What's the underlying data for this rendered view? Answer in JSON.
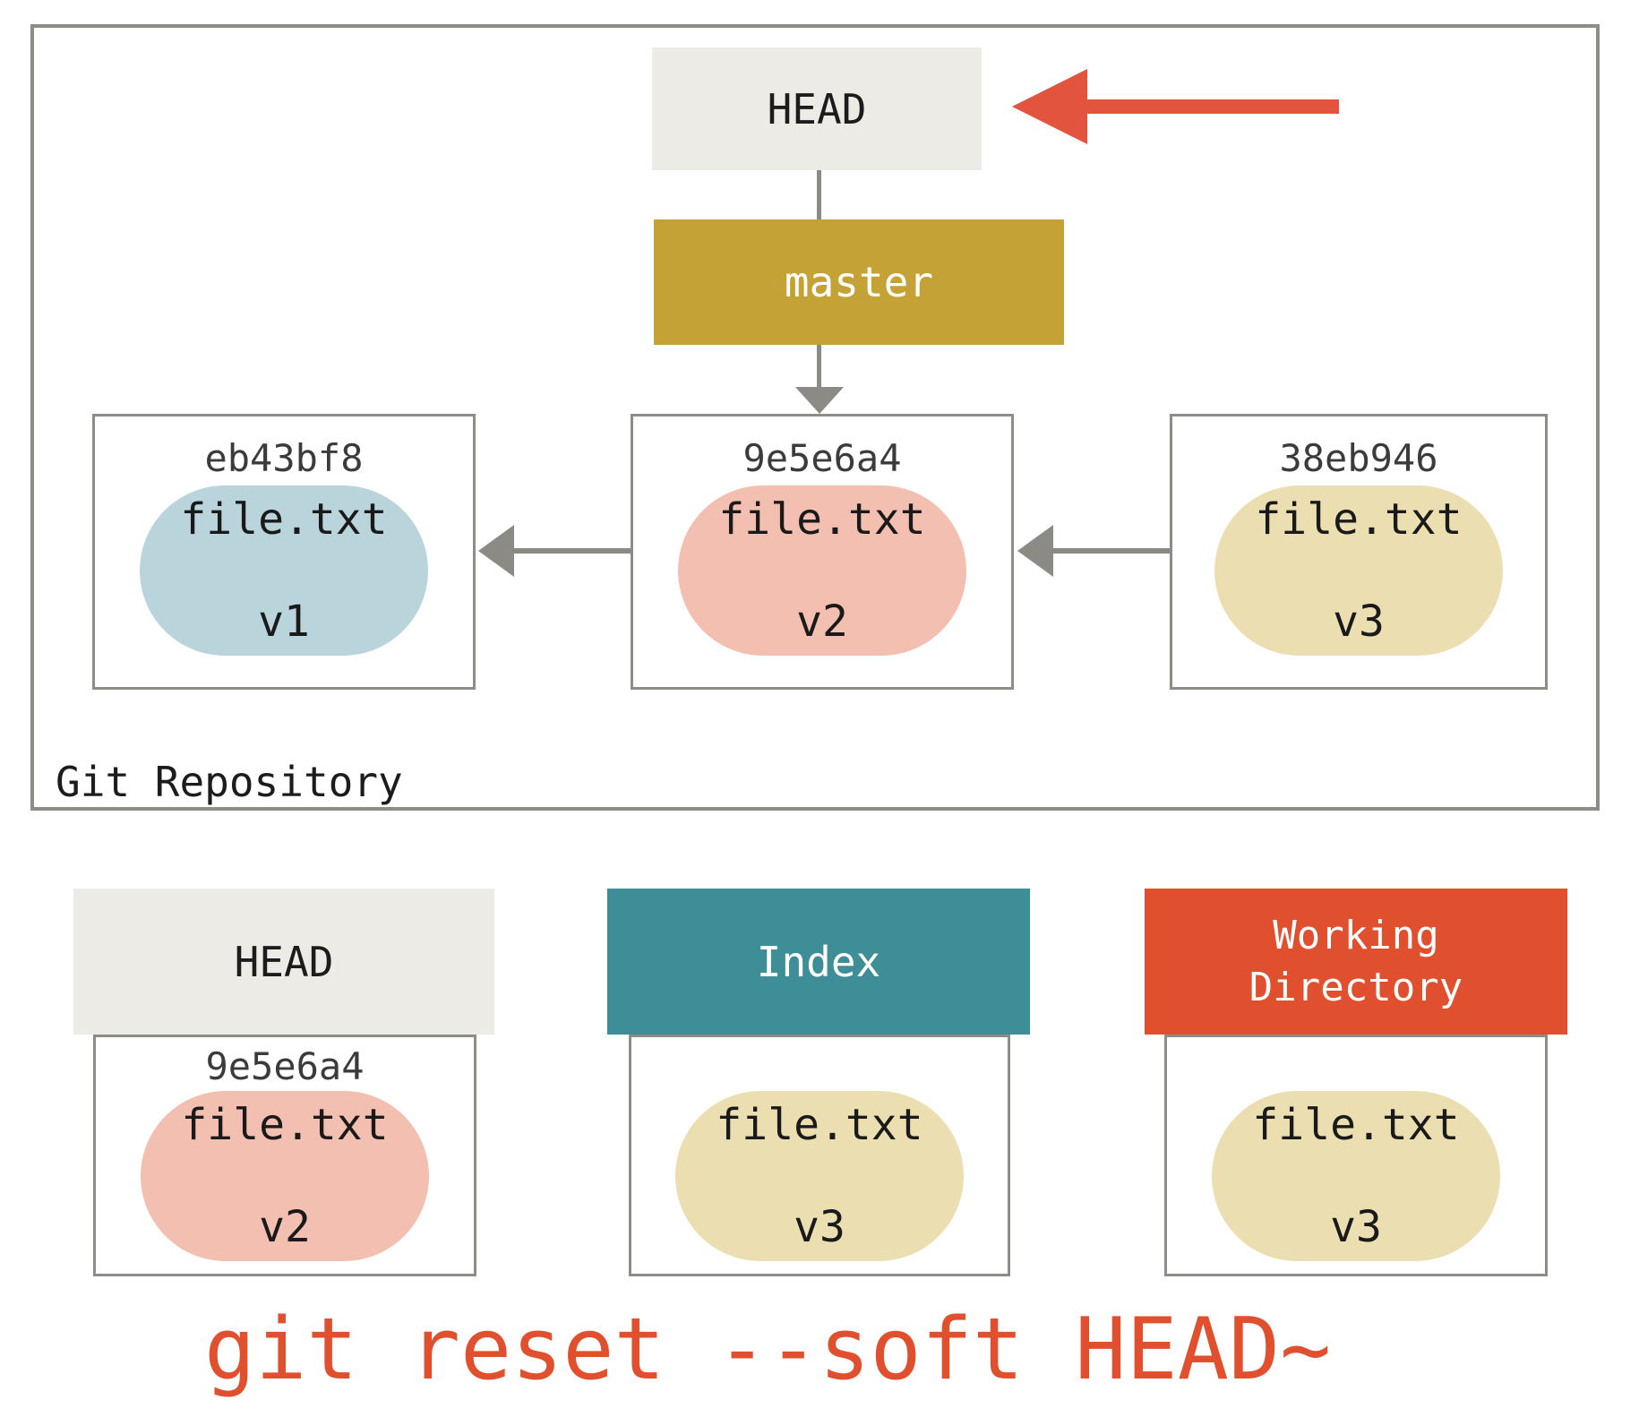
{
  "repo": {
    "label": "Git Repository",
    "head_label": "HEAD",
    "branch_label": "master",
    "commits": [
      {
        "hash": "eb43bf8",
        "file_name": "file.txt",
        "file_version": "v1"
      },
      {
        "hash": "9e5e6a4",
        "file_name": "file.txt",
        "file_version": "v2"
      },
      {
        "hash": "38eb946",
        "file_name": "file.txt",
        "file_version": "v3"
      }
    ]
  },
  "areas": {
    "head": {
      "title": "HEAD",
      "hash": "9e5e6a4",
      "file_name": "file.txt",
      "file_version": "v2"
    },
    "index": {
      "title": "Index",
      "file_name": "file.txt",
      "file_version": "v3"
    },
    "working_directory": {
      "title": "Working\nDirectory",
      "file_name": "file.txt",
      "file_version": "v3"
    }
  },
  "caption": "git reset --soft HEAD~",
  "colors": {
    "accent_red_arrow": "#E2543E",
    "branch_gold": "#C5A235",
    "head_box_gray": "#EDEBE5",
    "index_teal": "#3E8E98",
    "working_dir_orange": "#E0502E",
    "blob_blue_v1": "#BAD4DB",
    "blob_pink_v2": "#F3BFB1",
    "blob_tan_v3": "#EBDFB2",
    "line_gray": "#8C8A84",
    "caption_orange": "#E0502E"
  }
}
